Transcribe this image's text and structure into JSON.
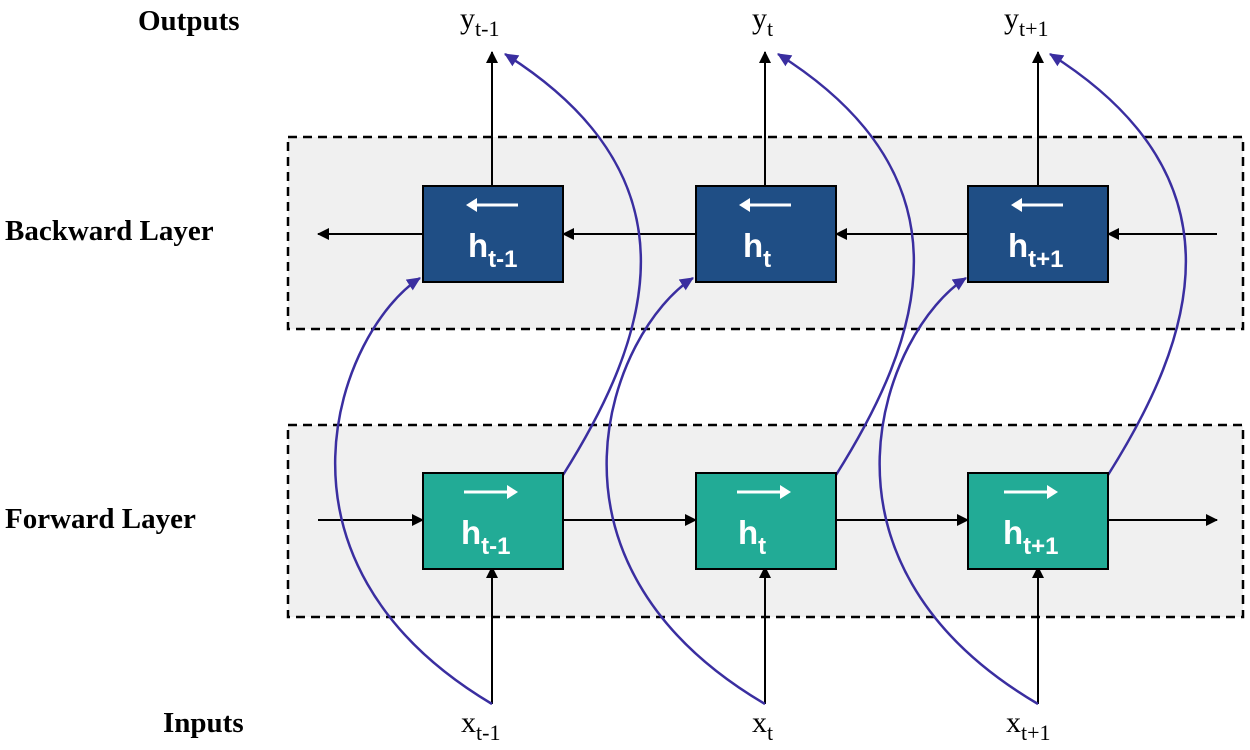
{
  "labels": {
    "outputs": "Outputs",
    "backward_layer": "Backward Layer",
    "forward_layer": "Forward Layer",
    "inputs": "Inputs"
  },
  "outputs": [
    {
      "base": "y",
      "sub": "t-1"
    },
    {
      "base": "y",
      "sub": "t"
    },
    {
      "base": "y",
      "sub": "t+1"
    }
  ],
  "inputs": [
    {
      "base": "x",
      "sub": "t-1"
    },
    {
      "base": "x",
      "sub": "t"
    },
    {
      "base": "x",
      "sub": "t+1"
    }
  ],
  "backward_states": [
    {
      "base": "h",
      "sub": "t-1",
      "direction": "left-arrow"
    },
    {
      "base": "h",
      "sub": "t",
      "direction": "left-arrow"
    },
    {
      "base": "h",
      "sub": "t+1",
      "direction": "left-arrow"
    }
  ],
  "forward_states": [
    {
      "base": "h",
      "sub": "t-1",
      "direction": "right-arrow"
    },
    {
      "base": "h",
      "sub": "t",
      "direction": "right-arrow"
    },
    {
      "base": "h",
      "sub": "t+1",
      "direction": "right-arrow"
    }
  ],
  "colors": {
    "backward_box": "#1f4e85",
    "forward_box": "#22ab96",
    "layer_band": "#f0f0f0",
    "curve": "#3a2ea0",
    "arrow": "#000000"
  }
}
